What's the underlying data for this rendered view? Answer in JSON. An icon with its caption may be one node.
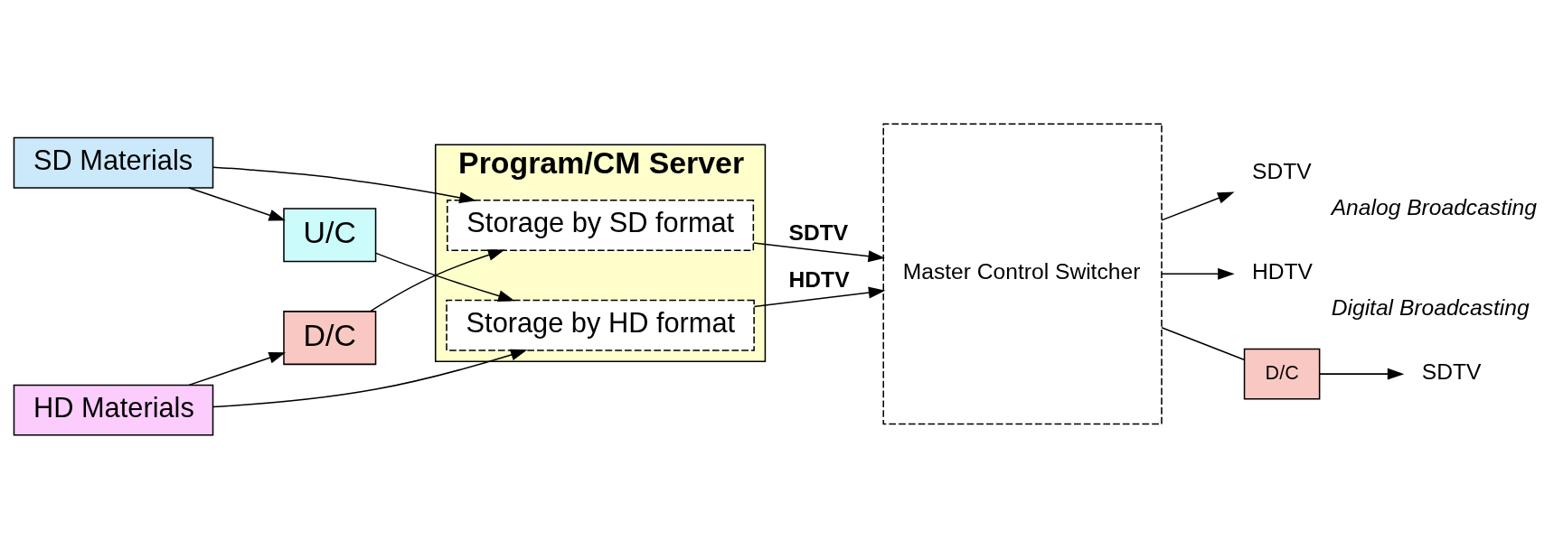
{
  "diagram": {
    "nodes": [
      {
        "text": [
          "SD Materials"
        ]
      },
      {
        "text": [
          "HD Materials"
        ]
      },
      {
        "text": [
          "D/C"
        ]
      },
      {
        "text": [
          "U/C"
        ]
      },
      {
        "text": [
          "Program/CM Server"
        ]
      },
      {
        "text": [
          "Storage by SD format"
        ],
        "in": 4
      },
      {
        "text": [
          "Storage by HD format"
        ],
        "in": 4
      },
      {
        "text": [
          "Master Control Switcher"
        ]
      },
      {
        "text": [
          "SDTV"
        ],
        "beside": [
          "Analog Broadcasting"
        ]
      },
      {
        "text": [
          "HDTV"
        ],
        "beside": [
          "Digital Broadcasting"
        ]
      },
      {
        "text": [
          "D/C"
        ]
      },
      {
        "text": [
          "SDTV"
        ]
      }
    ],
    "edges": [
      {
        "from": 0,
        "to": 5,
        "arrow": "to"
      },
      {
        "from": 0,
        "to": 3,
        "arrow": "to"
      },
      {
        "from": 1,
        "to": 2,
        "arrow": "to"
      },
      {
        "from": 2,
        "to": 5,
        "arrow": "to"
      },
      {
        "from": 3,
        "to": 6,
        "arrow": "to"
      },
      {
        "from": 1,
        "to": 6,
        "arrow": "to"
      },
      {
        "from": 5,
        "to": 7,
        "arrow": "to",
        "label": "SDTV"
      },
      {
        "from": 6,
        "to": 7,
        "arrow": "to",
        "label": "HDTV"
      },
      {
        "from": 7,
        "to": 8,
        "arrow": "to"
      },
      {
        "from": 7,
        "to": 9,
        "arrow": "to"
      },
      {
        "from": 7,
        "to": 10,
        "arrow": "none"
      },
      {
        "from": 10,
        "to": 11,
        "arrow": "to"
      }
    ]
  }
}
